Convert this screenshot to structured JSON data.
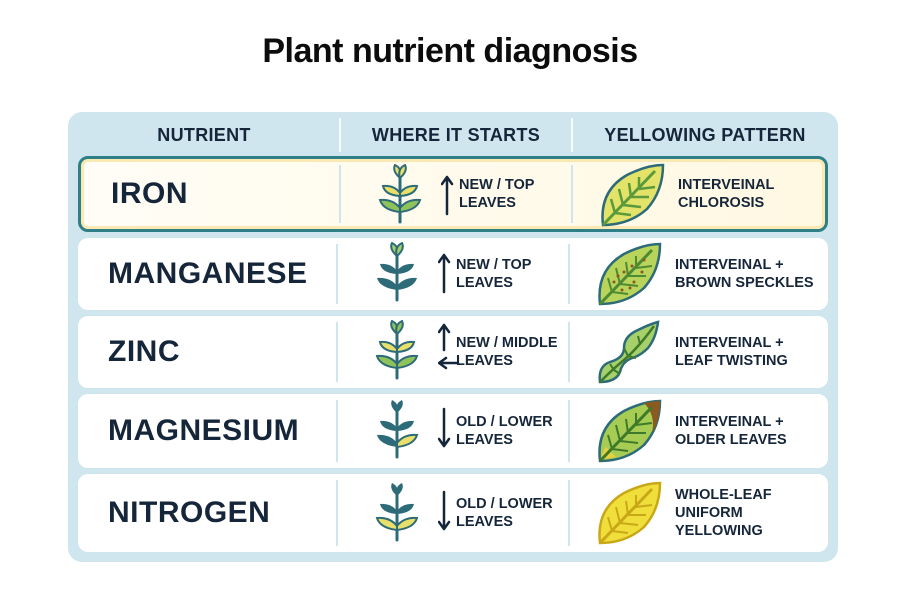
{
  "title": "Plant nutrient diagnosis",
  "headers": {
    "nutrient": "NUTRIENT",
    "where": "WHERE IT STARTS",
    "pattern": "YELLOWING PATTERN"
  },
  "colors": {
    "panel": "#cfe6ef",
    "highlight_border": "#2f7f86",
    "highlight_fill": "#fff8e2",
    "dark_leaf": "#2e6b78",
    "green_leaf": "#8fc25a",
    "yellow_leaf": "#f0df3a",
    "brown_edge": "#8a5a20"
  },
  "rows": [
    {
      "nutrient": "IRON",
      "highlighted": true,
      "where_line1": "NEW / TOP",
      "where_line2": "LEAVES",
      "arrow": "up",
      "plant_icon": "plant-yellow-top-icon",
      "pattern_line1": "INTERVEINAL",
      "pattern_line2": "CHLOROSIS",
      "pattern_line3": "",
      "leaf_icon": "interveinal-chlorosis-leaf-icon"
    },
    {
      "nutrient": "MANGANESE",
      "highlighted": false,
      "where_line1": "NEW / TOP",
      "where_line2": "LEAVES",
      "arrow": "up",
      "plant_icon": "plant-green-top-icon",
      "pattern_line1": "INTERVEINAL +",
      "pattern_line2": "BROWN SPECKLES",
      "pattern_line3": "",
      "leaf_icon": "speckled-leaf-icon"
    },
    {
      "nutrient": "ZINC",
      "highlighted": false,
      "where_line1": "NEW / MIDDLE",
      "where_line2": "LEAVES",
      "arrow": "up-left",
      "plant_icon": "plant-yellow-middle-icon",
      "pattern_line1": "INTERVEINAL +",
      "pattern_line2": "LEAF TWISTING",
      "pattern_line3": "",
      "leaf_icon": "twisted-leaf-icon"
    },
    {
      "nutrient": "MAGNESIUM",
      "highlighted": false,
      "where_line1": "OLD / LOWER",
      "where_line2": "LEAVES",
      "arrow": "down",
      "plant_icon": "plant-yellow-bottom-icon",
      "pattern_line1": "INTERVEINAL +",
      "pattern_line2": "OLDER LEAVES",
      "pattern_line3": "",
      "leaf_icon": "brown-edged-leaf-icon"
    },
    {
      "nutrient": "NITROGEN",
      "highlighted": false,
      "where_line1": "OLD / LOWER",
      "where_line2": "LEAVES",
      "arrow": "down",
      "plant_icon": "plant-yellow-bottom-icon",
      "pattern_line1": "WHOLE-LEAF",
      "pattern_line2": "UNIFORM",
      "pattern_line3": "YELLOWING",
      "leaf_icon": "uniform-yellow-leaf-icon"
    }
  ]
}
